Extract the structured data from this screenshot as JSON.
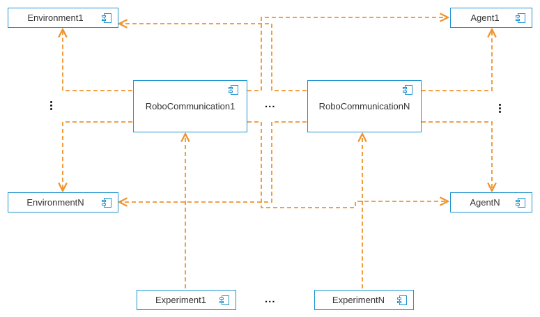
{
  "colors": {
    "edge": "#f0932b",
    "border": "#1c93cf",
    "text": "#333333"
  },
  "nodes": {
    "environment1": {
      "label": "Environment1",
      "icon": "component-icon"
    },
    "environmentN": {
      "label": "EnvironmentN",
      "icon": "component-icon"
    },
    "agent1": {
      "label": "Agent1",
      "icon": "component-icon"
    },
    "agentN": {
      "label": "AgentN",
      "icon": "component-icon"
    },
    "robo1": {
      "label": "RoboCommunication1",
      "icon": "component-icon"
    },
    "roboN": {
      "label": "RoboCommunicationN",
      "icon": "component-icon"
    },
    "experiment1": {
      "label": "Experiment1",
      "icon": "component-icon"
    },
    "experimentN": {
      "label": "ExperimentN",
      "icon": "component-icon"
    }
  },
  "ellipsis": {
    "middle": "...",
    "bottom": "..."
  }
}
